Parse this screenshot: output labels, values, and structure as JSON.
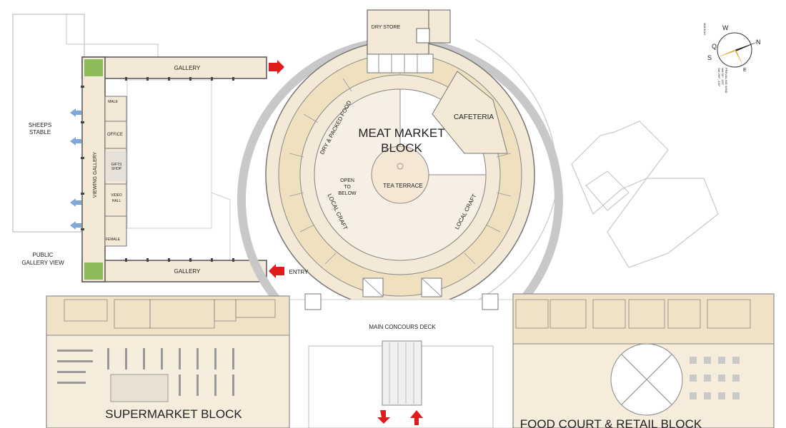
{
  "labels": {
    "dry_store": "DRY STORE",
    "gallery_top": "GALLERY",
    "gallery_bottom": "GALLERY",
    "entry": "ENTRY",
    "sheeps_stable_1": "SHEEPS",
    "sheeps_stable_2": "STABLE",
    "public_gallery_1": "PUBLIC",
    "public_gallery_2": "GALLERY VIEW",
    "viewing_gallery": "VIEWING GALLERY",
    "male": "MALE",
    "office": "OFFICE",
    "gifts_1": "GIFTS",
    "gifts_2": "SHOP",
    "video_1": "VIDEO",
    "video_2": "HALL",
    "female": "FEMALE",
    "meat_market_1": "MEAT MARKET",
    "meat_market_2": "BLOCK",
    "cafeteria": "CAFETERIA",
    "dry_packed_food": "DRY & PACKED FOOD",
    "open_below_1": "OPEN",
    "open_below_2": "TO",
    "open_below_3": "BELOW",
    "tea_terrace": "TEA TERRACE",
    "local_craft_left": "LOCAL CRAFT",
    "local_craft_right": "LOCAL CRAFT",
    "main_concourse": "MAIN CONCOURS DECK",
    "supermarket": "SUPERMARKET BLOCK",
    "food_court": "FOOD COURT & RETAIL BLOCK"
  },
  "compass": {
    "letters": {
      "w": "W",
      "q": "Q",
      "s": "S",
      "n": "N",
      "e": "E"
    },
    "small_1": "MAKKAH",
    "small_2": "PREVAILING WIND",
    "small_3": "NW 90°, 135°",
    "small_4": "SW 200°, 235°"
  },
  "colors": {
    "tan": "#f3e9d6",
    "tan_dark": "#eadcbc",
    "line": "#6e6e6e",
    "arrow_red": "#e01b1b",
    "arrow_blue": "#7fa7d8",
    "tree": "#8dbb5a"
  }
}
